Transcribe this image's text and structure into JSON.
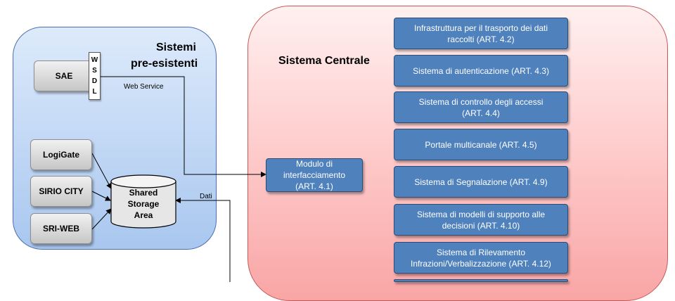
{
  "left_panel": {
    "title_line1": "Sistemi",
    "title_line2": "pre-esistenti",
    "systems": [
      "SAE",
      "LogiGate",
      "SIRIO CITY",
      "SRI-WEB"
    ],
    "wsdl_letters": [
      "W",
      "S",
      "D",
      "L"
    ],
    "storage": [
      "Shared",
      "Storage",
      "Area"
    ],
    "web_service_label": "Web Service",
    "dati_label": "Dati"
  },
  "interface_module": {
    "line1": "Modulo di",
    "line2": "interfacciamento",
    "line3": "(ART. 4.1)"
  },
  "right_panel": {
    "title": "Sistema Centrale",
    "modules": [
      {
        "line1": "Infrastruttura per il trasporto dei dati",
        "line2": "raccolti (ART. 4.2)"
      },
      {
        "line1": "Sistema di autenticazione (ART. 4.3)",
        "line2": ""
      },
      {
        "line1": "Sistema di controllo degli accessi",
        "line2": "(ART. 4.4)"
      },
      {
        "line1": "Portale multicanale (ART. 4.5)",
        "line2": ""
      },
      {
        "line1": "Sistema di Segnalazione (ART. 4.9)",
        "line2": ""
      },
      {
        "line1": "Sistema di modelli di supporto alle",
        "line2": "decisioni  (ART. 4.10)"
      },
      {
        "line1": "Sistema di Rilevamento",
        "line2": "Infrazioni/Verbalizzazione (ART. 4.12)"
      },
      {
        "line1": "",
        "line2": ""
      }
    ]
  },
  "colors": {
    "module_fill": "#4f81bd",
    "left_panel_fill": "#c6dbf5",
    "right_panel_fill": "#ffd2d2"
  }
}
